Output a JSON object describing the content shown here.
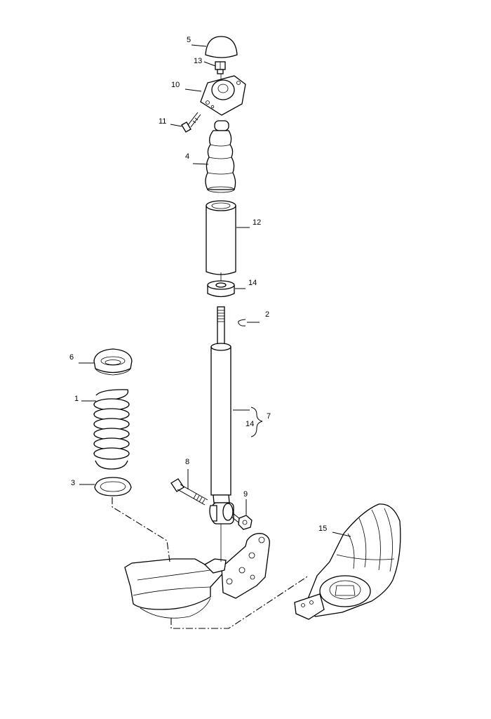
{
  "callouts": [
    {
      "id": "5",
      "text": "5"
    },
    {
      "id": "13",
      "text": "13"
    },
    {
      "id": "10",
      "text": "10"
    },
    {
      "id": "11",
      "text": "11"
    },
    {
      "id": "4",
      "text": "4"
    },
    {
      "id": "12",
      "text": "12"
    },
    {
      "id": "14a",
      "text": "14"
    },
    {
      "id": "2",
      "text": "2"
    },
    {
      "id": "6",
      "text": "6"
    },
    {
      "id": "1",
      "text": "1"
    },
    {
      "id": "7",
      "text": "7"
    },
    {
      "id": "14b",
      "text": "14"
    },
    {
      "id": "8",
      "text": "8"
    },
    {
      "id": "3",
      "text": "3"
    },
    {
      "id": "9",
      "text": "9"
    },
    {
      "id": "15",
      "text": "15"
    }
  ]
}
